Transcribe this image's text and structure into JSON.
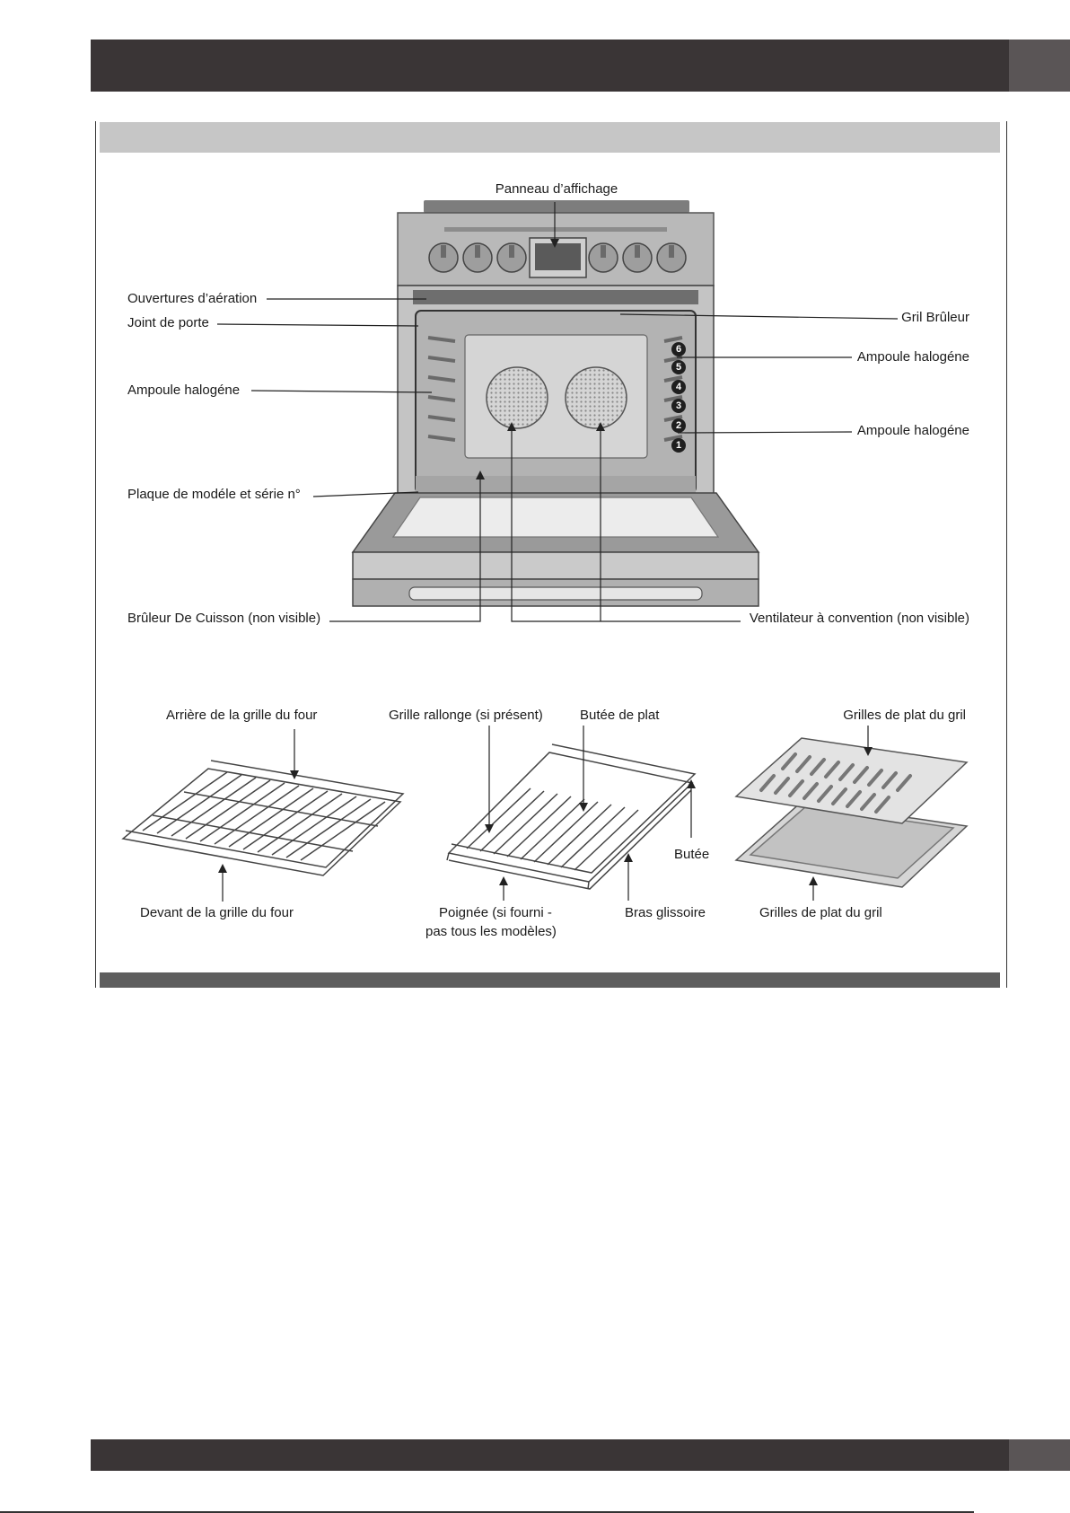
{
  "diagram": {
    "labels": {
      "display_panel": "Panneau d’affichage",
      "vents": "Ouvertures d’aération",
      "door_gasket": "Joint de porte",
      "halogen_left": "Ampoule halogéne",
      "model_plate": "Plaque de modéle et série n°",
      "bake_burner": "Brûleur De Cuisson (non visible)",
      "broil_burner": "Gril Brûleur",
      "halogen_right_top": "Ampoule halogéne",
      "halogen_right_bottom": "Ampoule halogéne",
      "convection_fan": "Ventilateur à convention (non visible)"
    },
    "rack_positions": [
      "6",
      "5",
      "4",
      "3",
      "2",
      "1"
    ]
  },
  "accessories": {
    "rack_back": "Arrière de la grille du four",
    "rack_front": "Devant de la grille du four",
    "extension_rack": "Grille rallonge (si présent)",
    "pan_stop": "Butée de plat",
    "stop": "Butée",
    "handle_line1": "Poignée (si fourni -",
    "handle_line2": "pas tous les modèles)",
    "slide_arm": "Bras glissoire",
    "broil_grate": "Grilles de plat du gril",
    "broil_pan": "Grilles de plat du gril"
  }
}
